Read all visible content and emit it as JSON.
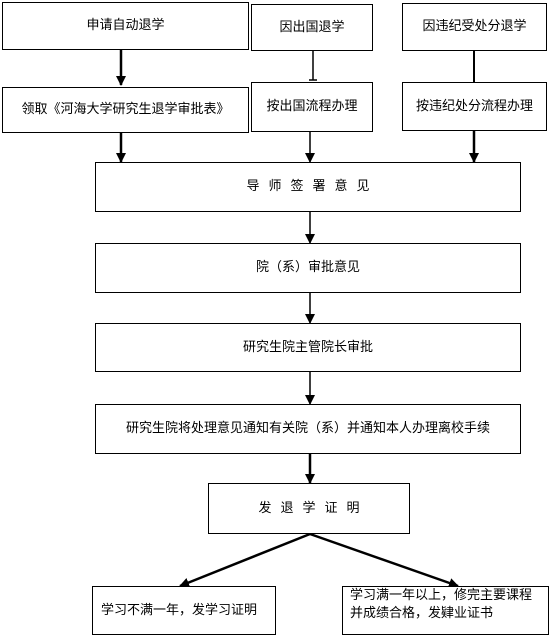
{
  "nodes": {
    "apply_self": "申请自动退学",
    "go_abroad": "因出国退学",
    "discipline": "因违纪受处分退学",
    "get_form": "领取《河海大学研究生退学审批表》",
    "abroad_process": "按出国流程办理",
    "discipline_process": "按违纪处分流程办理",
    "supervisor": "导师签署意见",
    "department": "院（系）审批意见",
    "dean": "研究生院主管院长审批",
    "notify": "研究生院将处理意见通知有关院（系）并通知本人办理离校手续",
    "certificate": "发退学证明",
    "under_one_year": "学习不满一年，发学习证明",
    "over_one_year_line1": "学习满一年以上，修完主要课程",
    "over_one_year_line2": "并成绩合格，发肄业证书"
  }
}
